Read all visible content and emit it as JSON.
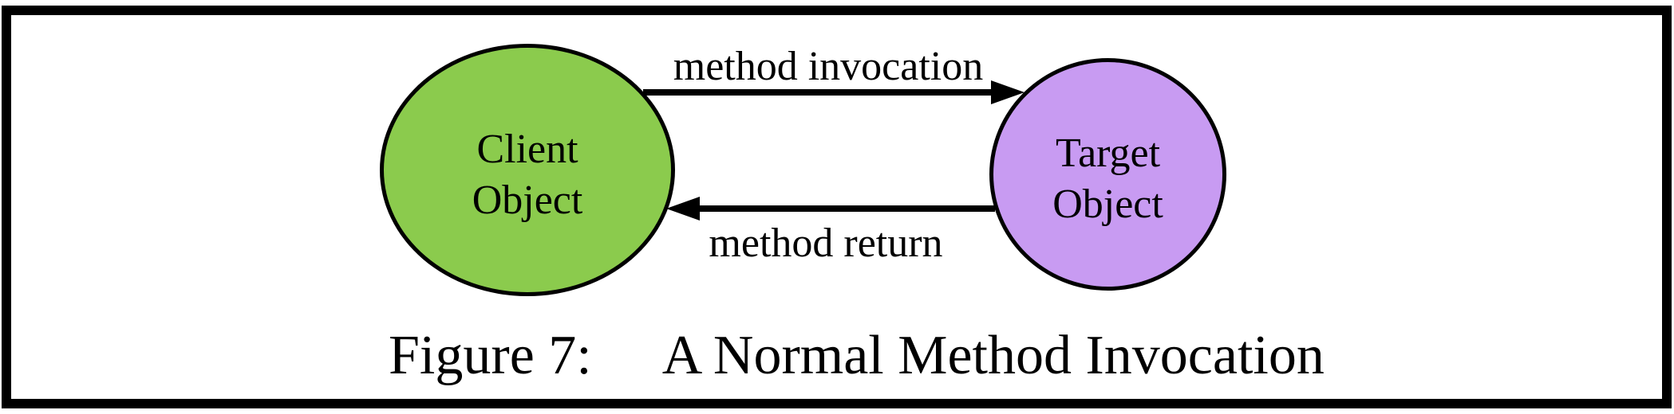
{
  "figure": {
    "caption": {
      "label": "Figure 7:",
      "title": "A Normal Method Invocation"
    },
    "nodes": {
      "client": {
        "line1": "Client",
        "line2": "Object",
        "fill": "#8BCB4D"
      },
      "target": {
        "line1": "Target",
        "line2": "Object",
        "fill": "#C89BF2"
      }
    },
    "edges": {
      "invocation": {
        "label": "method invocation",
        "direction": "left-to-right"
      },
      "return": {
        "label": "method return",
        "direction": "right-to-left"
      }
    },
    "colors": {
      "outline": "#000000",
      "background": "#FFFFFF",
      "client_fill": "#8BCB4D",
      "target_fill": "#C89BF2"
    }
  }
}
